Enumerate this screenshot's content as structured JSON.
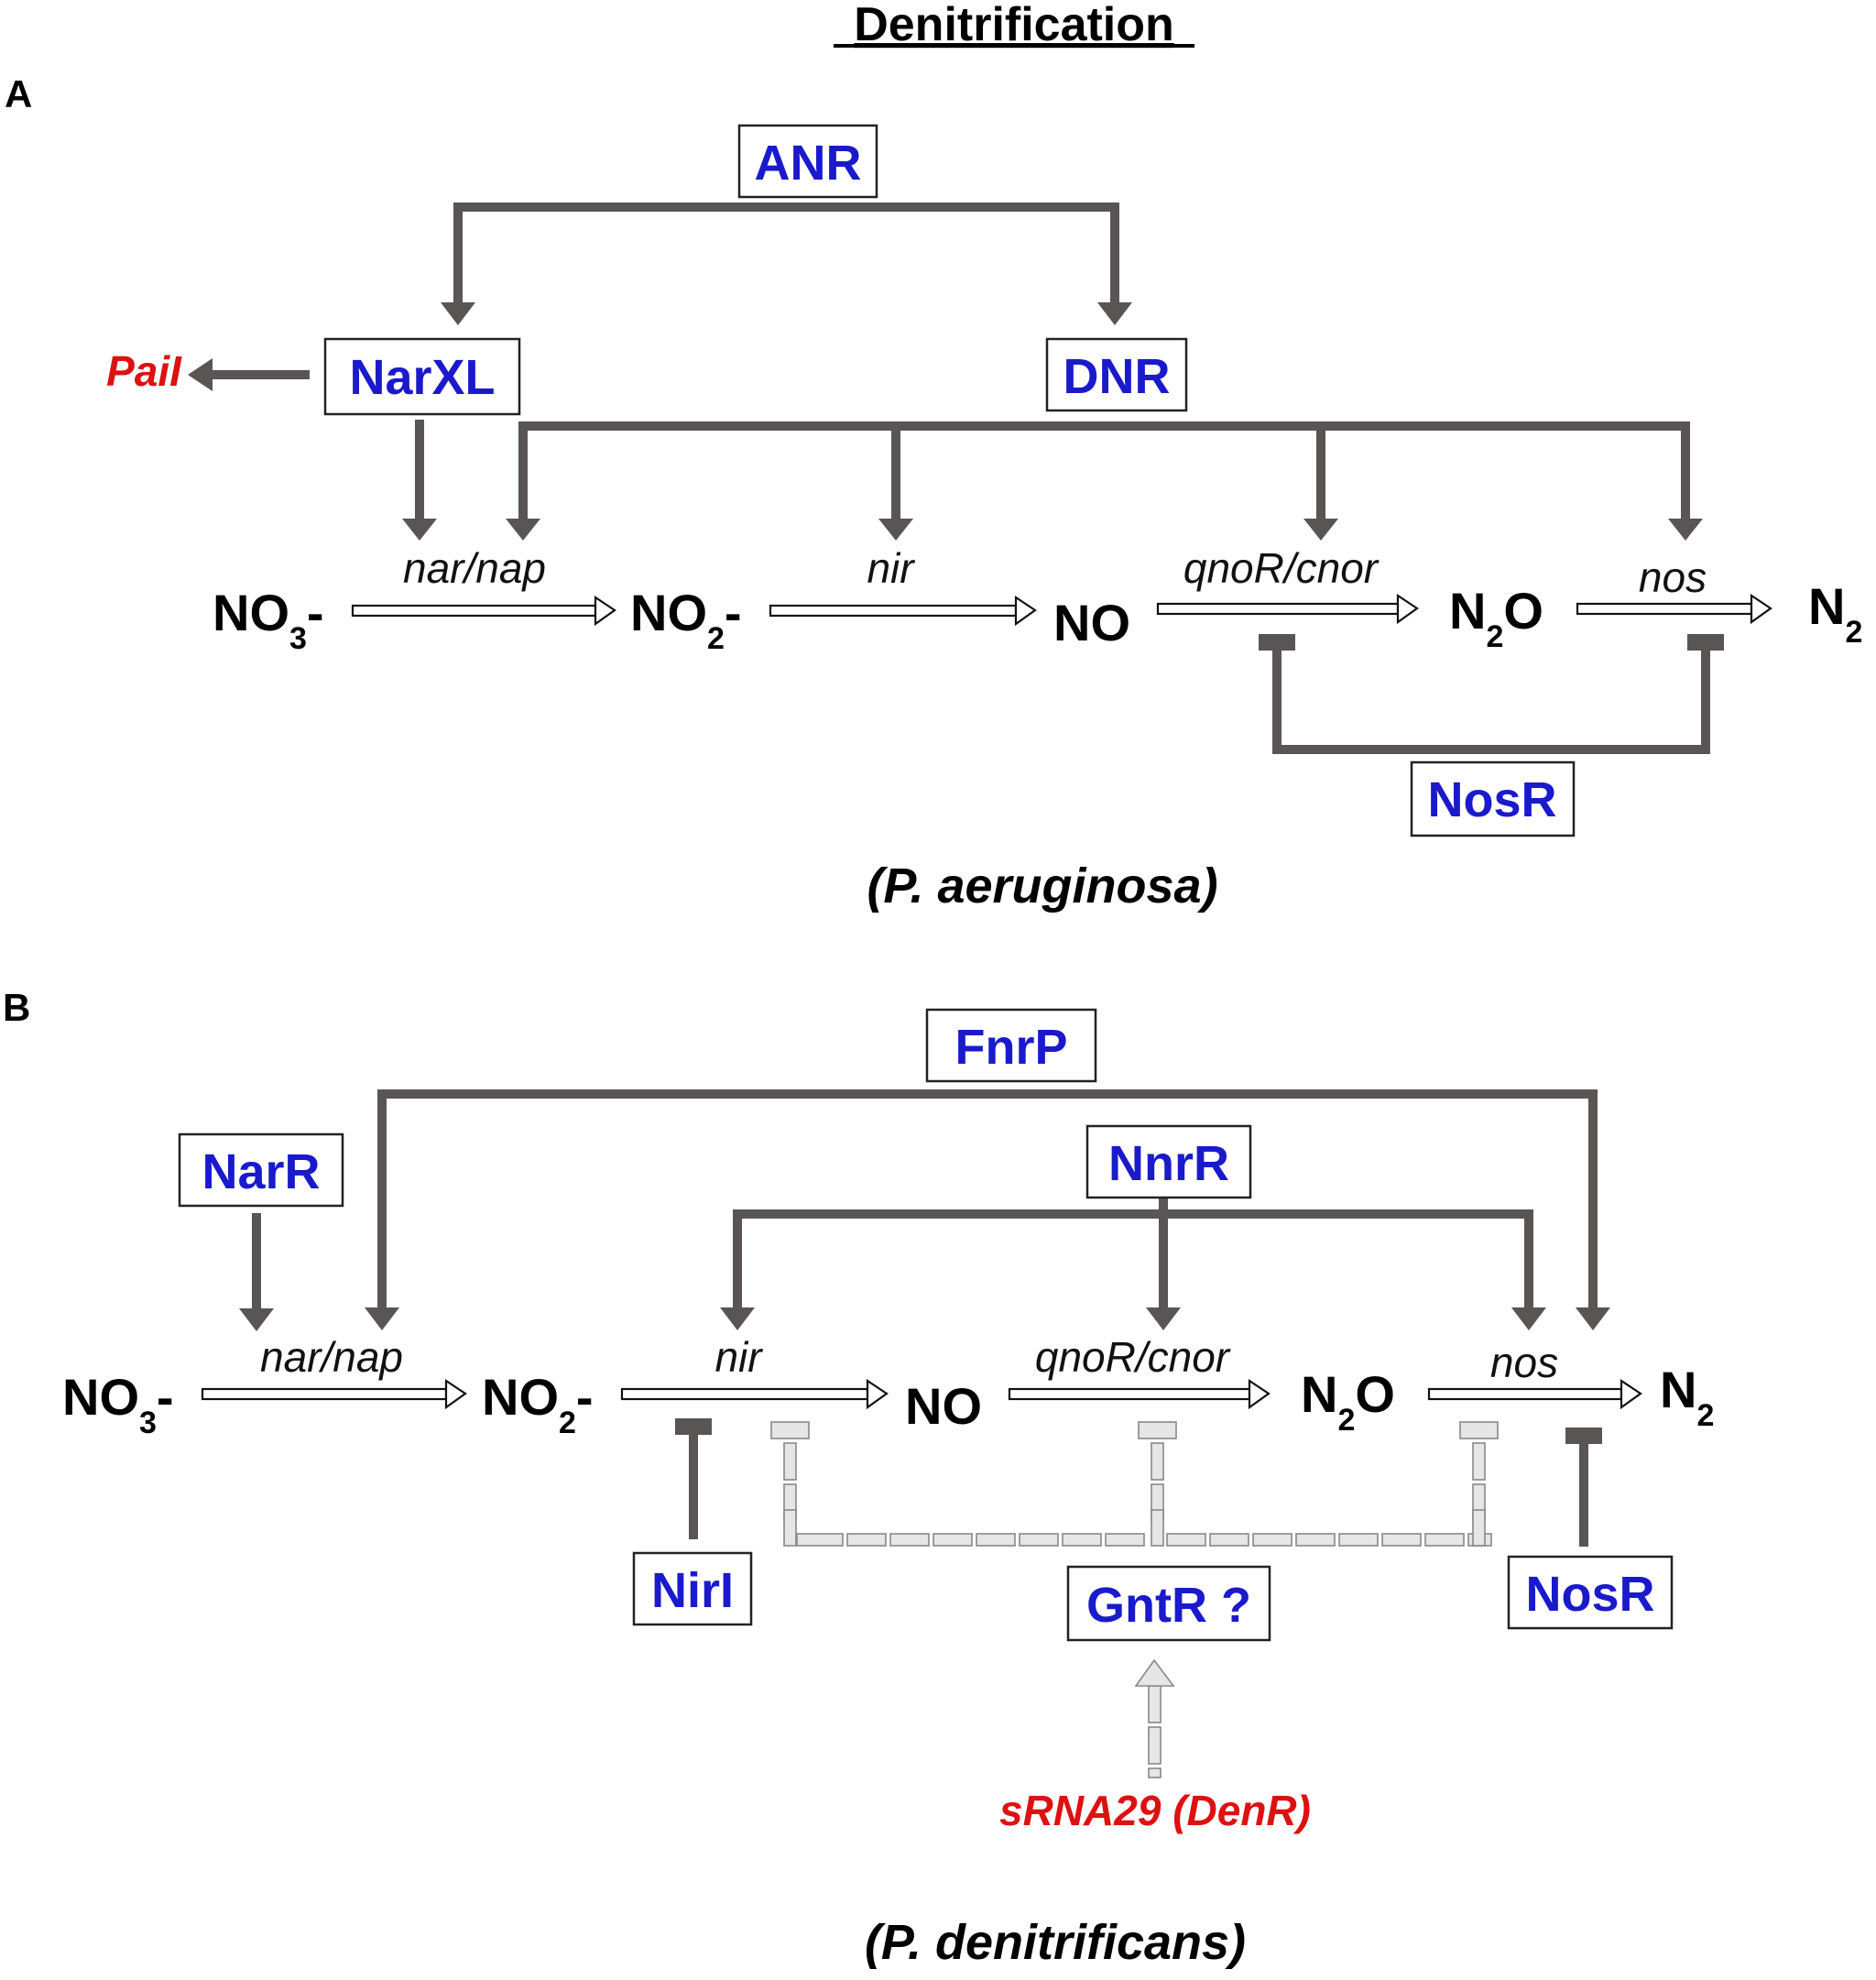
{
  "title": "Denitrification",
  "panel_a": {
    "label": "A",
    "species": "(P. aeruginosa)",
    "regulators": {
      "anr": "ANR",
      "narxl": "NarXL",
      "dnr": "DNR",
      "nosr": "NosR"
    },
    "pail": "PaiI",
    "compounds": {
      "no3": {
        "base": "NO",
        "sub": "3",
        "suffix": "-"
      },
      "no2": {
        "base": "NO",
        "sub": "2",
        "suffix": "-"
      },
      "no": "NO",
      "n2o": {
        "base": "N",
        "sub": "2",
        "suffix": "O"
      },
      "n2": {
        "base": "N",
        "sub": "2"
      }
    },
    "genes": {
      "narnap": "nar/nap",
      "nir": "nir",
      "qnor": "qnoR/cnor",
      "nos": "nos"
    }
  },
  "panel_b": {
    "label": "B",
    "species": "(P. denitrificans)",
    "regulators": {
      "fnrp": "FnrP",
      "narr": "NarR",
      "nnrr": "NnrR",
      "niri": "NirI",
      "gntr": "GntR ?",
      "nosr": "NosR"
    },
    "srna": "sRNA29 (DenR)",
    "compounds": {
      "no3": {
        "base": "NO",
        "sub": "3",
        "suffix": "-"
      },
      "no2": {
        "base": "NO",
        "sub": "2",
        "suffix": "-"
      },
      "no": "NO",
      "n2o": {
        "base": "N",
        "sub": "2",
        "suffix": "O"
      },
      "n2": {
        "base": "N",
        "sub": "2"
      }
    },
    "genes": {
      "narnap": "nar/nap",
      "nir": "nir",
      "qnor": "qnoR/cnor",
      "nos": "nos"
    }
  }
}
